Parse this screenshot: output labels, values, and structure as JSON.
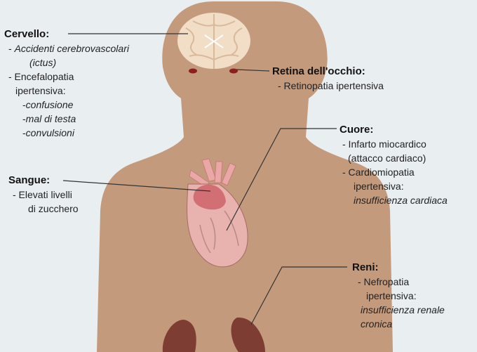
{
  "colors": {
    "background": "#e9eff1",
    "skin": "#c49a7d",
    "brain": "#f2ddc6",
    "heart": "#d98c8a",
    "kidney": "#7d3d33",
    "leader_line": "#333333"
  },
  "labels": {
    "cervello": {
      "title": "Cervello:",
      "lines": [
        {
          "text": "- Accidenti cerebrovascolari",
          "style": "mixed-1"
        },
        {
          "text": "(ictus)",
          "style": "italic"
        },
        {
          "text": "- Encefalopatia",
          "style": "normal"
        },
        {
          "text": "ipertensiva:",
          "style": "normal"
        },
        {
          "text": "-confusione",
          "style": "mixed-1"
        },
        {
          "text": "-mal di testa",
          "style": "mixed-1"
        },
        {
          "text": "-convulsioni",
          "style": "mixed-1"
        }
      ]
    },
    "retina": {
      "title": "Retina dell'occhio:",
      "lines": [
        {
          "text": "- Retinopatia ipertensiva",
          "style": "normal"
        }
      ]
    },
    "sangue": {
      "title": "Sangue:",
      "lines": [
        {
          "text": "- Elevati livelli",
          "style": "normal"
        },
        {
          "text": "di zucchero",
          "style": "normal"
        }
      ]
    },
    "cuore": {
      "title": "Cuore:",
      "lines": [
        {
          "text": "- Infarto miocardico",
          "style": "normal"
        },
        {
          "text": "(attacco cardiaco)",
          "style": "normal"
        },
        {
          "text": "- Cardiomiopatia",
          "style": "normal"
        },
        {
          "text": "ipertensiva:",
          "style": "normal"
        },
        {
          "text": "insufficienza cardiaca",
          "style": "italic"
        }
      ]
    },
    "reni": {
      "title": "Reni:",
      "lines": [
        {
          "text": "- Nefropatia",
          "style": "normal"
        },
        {
          "text": "ipertensiva:",
          "style": "normal"
        },
        {
          "text": "insufficienza renale",
          "style": "italic"
        },
        {
          "text": "cronica",
          "style": "italic"
        }
      ]
    }
  }
}
